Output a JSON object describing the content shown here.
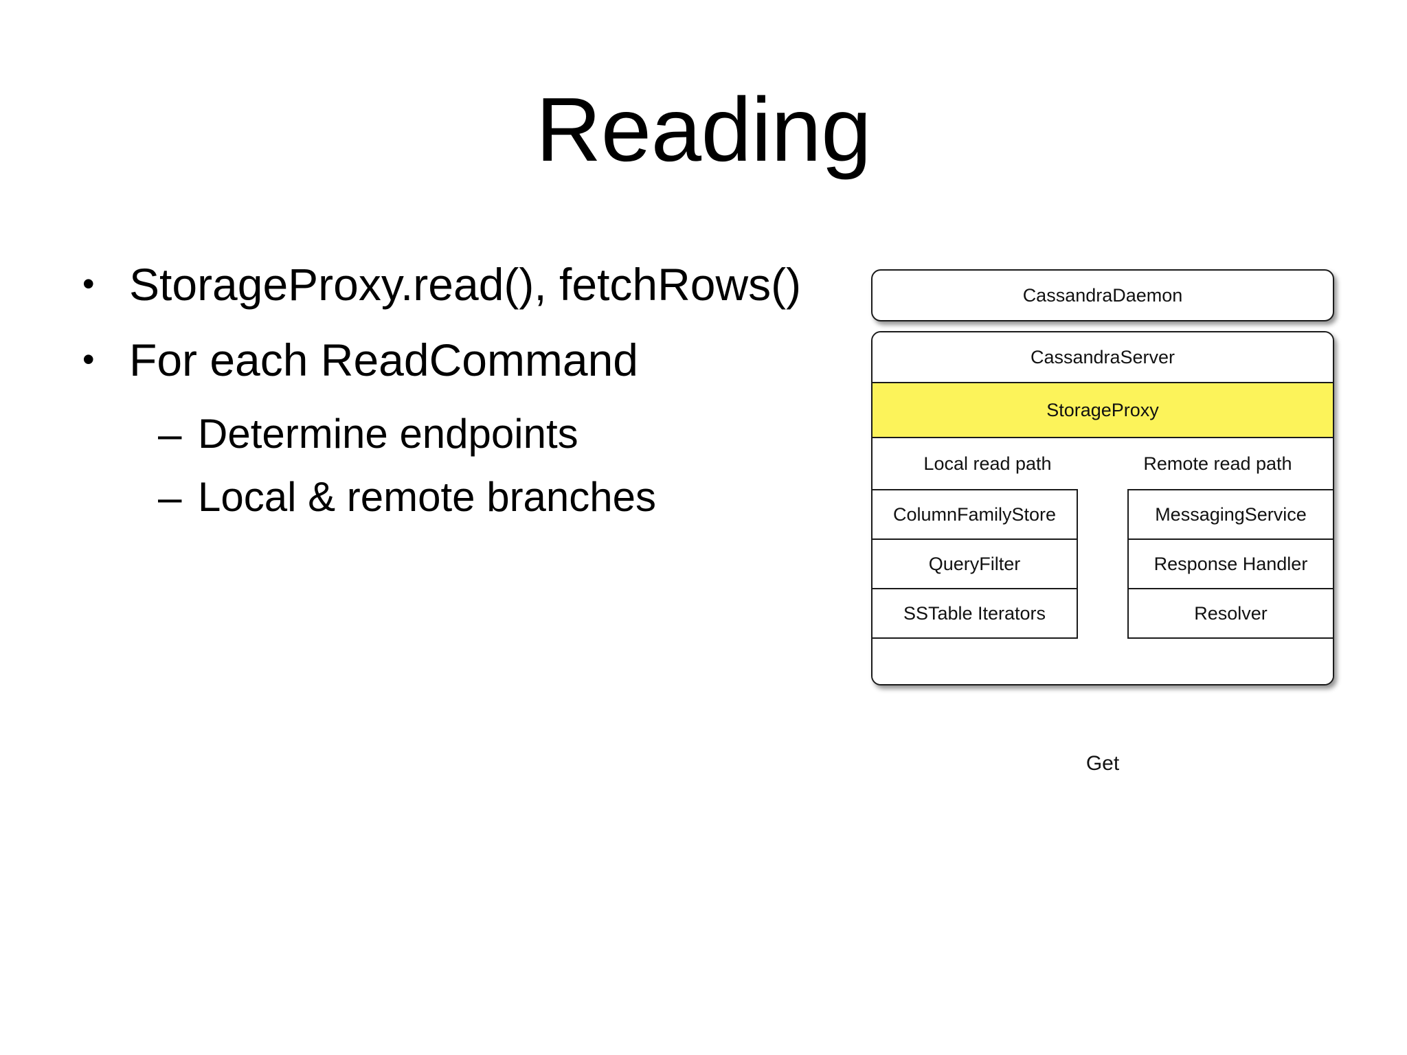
{
  "slide": {
    "title": "Reading",
    "accent_yellow": "#FCF35A",
    "text_color": "#000000",
    "background": "#FFFFFF"
  },
  "body": {
    "bullets": [
      {
        "level": 1,
        "marker": "•",
        "text": "StorageProxy.read(), fetchRows()"
      },
      {
        "level": 1,
        "marker": "•",
        "text": "For each ReadCommand"
      },
      {
        "level": 2,
        "marker": "–",
        "text": "Determine endpoints"
      },
      {
        "level": 2,
        "marker": "–",
        "text": "Local & remote branches"
      }
    ]
  },
  "diagram": {
    "caption": "Get",
    "daemon": "CassandraDaemon",
    "server": "CassandraServer",
    "proxy": "StorageProxy",
    "proxy_highlighted": true,
    "path_headers": {
      "local": "Local read path",
      "remote": "Remote read path"
    },
    "local_path_items": [
      "ColumnFamilyStore",
      "QueryFilter",
      "SSTable Iterators"
    ],
    "remote_path_items": [
      "MessagingService",
      "Response Handler",
      "Resolver"
    ]
  }
}
